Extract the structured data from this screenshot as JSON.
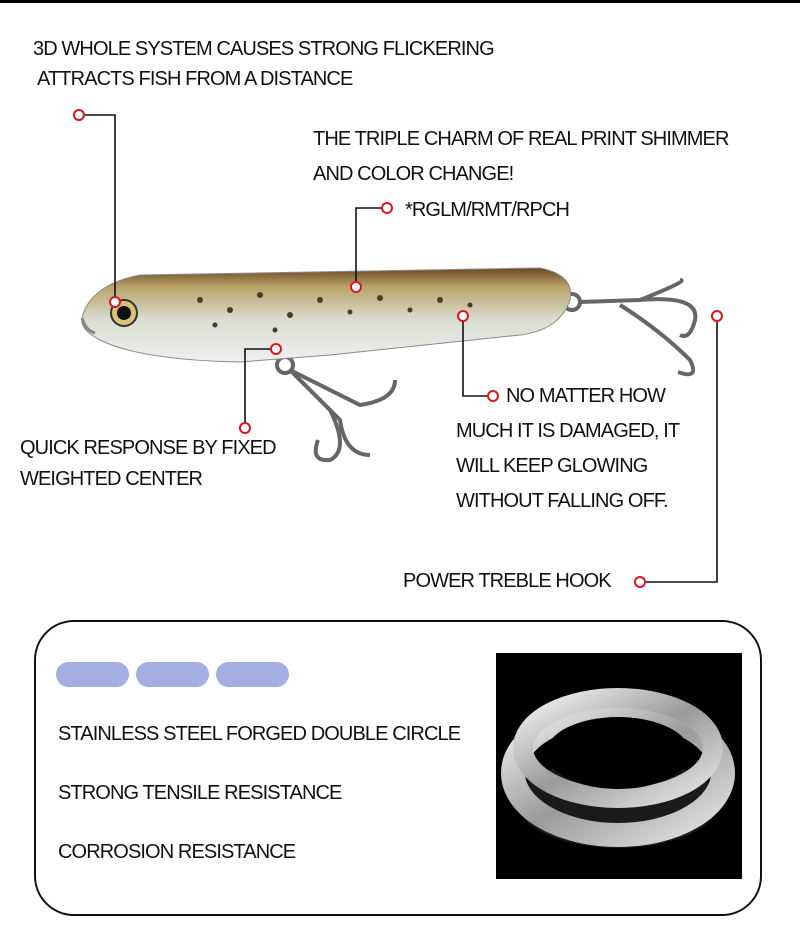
{
  "callouts": {
    "flicker_line1": "3D WHOLE SYSTEM CAUSES STRONG FLICKERING",
    "flicker_line2": "ATTRACTS FISH FROM A DISTANCE",
    "charm_line1": "THE TRIPLE CHARM OF REAL PRINT SHIMMER",
    "charm_line2": "AND COLOR CHANGE!",
    "charm_colors": "*RGLM/RMT/RPCH",
    "glow_line1": "NO MATTER HOW",
    "glow_line2": "MUCH IT IS DAMAGED, IT",
    "glow_line3": "WILL KEEP GLOWING",
    "glow_line4": "WITHOUT FALLING OFF.",
    "weight_line1": "QUICK RESPONSE BY FIXED",
    "weight_line2": "WEIGHTED CENTER",
    "hook": "POWER TREBLE HOOK"
  },
  "ring_card": {
    "features": [
      "STAINLESS STEEL FORGED DOUBLE CIRCLE",
      "STRONG TENSILE RESISTANCE",
      "CORROSION RESISTANCE"
    ]
  },
  "colors": {
    "accent_red": "#e0141e",
    "pill": "#a3aee3"
  }
}
